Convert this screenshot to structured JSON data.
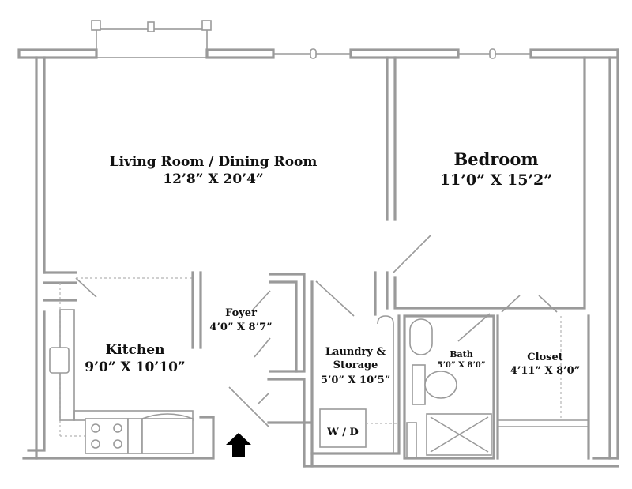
{
  "rooms": {
    "living": {
      "name": "Living Room / Dining Room",
      "dims": "12’8” X 20’4”"
    },
    "bedroom": {
      "name": "Bedroom",
      "dims": "11’0” X 15’2”"
    },
    "kitchen": {
      "name": "Kitchen",
      "dims": "9’0” X 10’10”"
    },
    "foyer": {
      "name": "Foyer",
      "dims": "4’0” X 8’7”"
    },
    "laundry": {
      "name_line1": "Laundry &",
      "name_line2": "Storage",
      "dims": "5’0” X 10’5”"
    },
    "bath": {
      "name": "Bath",
      "dims": "5’0” X 8’0”"
    },
    "closet": {
      "name": "Closet",
      "dims": "4’11” X 8’0”"
    }
  },
  "fixtures": {
    "washer_dryer": "W / D"
  },
  "entry_arrow": "entry-arrow-icon"
}
